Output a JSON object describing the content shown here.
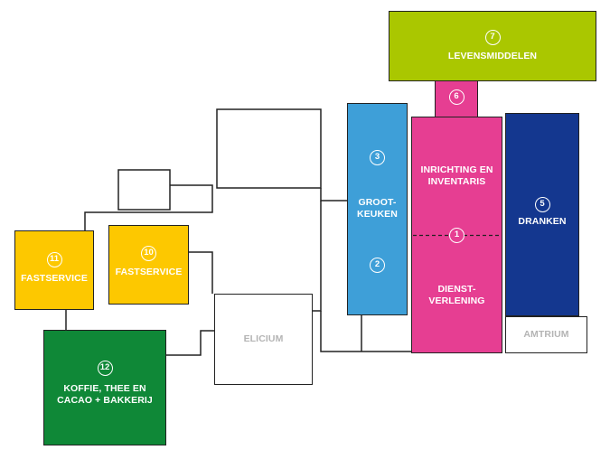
{
  "colors": {
    "levensmiddelen": "#aac700",
    "pink": "#e63e92",
    "blue": "#3e9fd8",
    "darkblue": "#14378f",
    "yellow": "#fdc800",
    "green": "#0f8837",
    "outline": "#222222",
    "grey_text": "#b4b4b4"
  },
  "halls": {
    "levensmiddelen": {
      "number": "7",
      "label": "LEVENSMIDDELEN"
    },
    "hall6": {
      "number": "6"
    },
    "inrichting": {
      "label": "INRICHTING EN\nINVENTARIS"
    },
    "hall1": {
      "number": "1"
    },
    "dienstverlening": {
      "label": "DIENST-\nVERLENING"
    },
    "grootkeuken": {
      "number_top": "3",
      "label": "GROOT-\nKEUKEN",
      "number_bottom": "2"
    },
    "dranken": {
      "number": "5",
      "label": "DRANKEN"
    },
    "amtrium": {
      "label": "AMTRIUM"
    },
    "elicium": {
      "label": "ELICIUM"
    },
    "fastservice11": {
      "number": "11",
      "label": "FASTSERVICE"
    },
    "fastservice10": {
      "number": "10",
      "label": "FASTSERVICE"
    },
    "koffie": {
      "number": "12",
      "label": "KOFFIE, THEE EN\nCACAO + BAKKERIJ"
    }
  }
}
